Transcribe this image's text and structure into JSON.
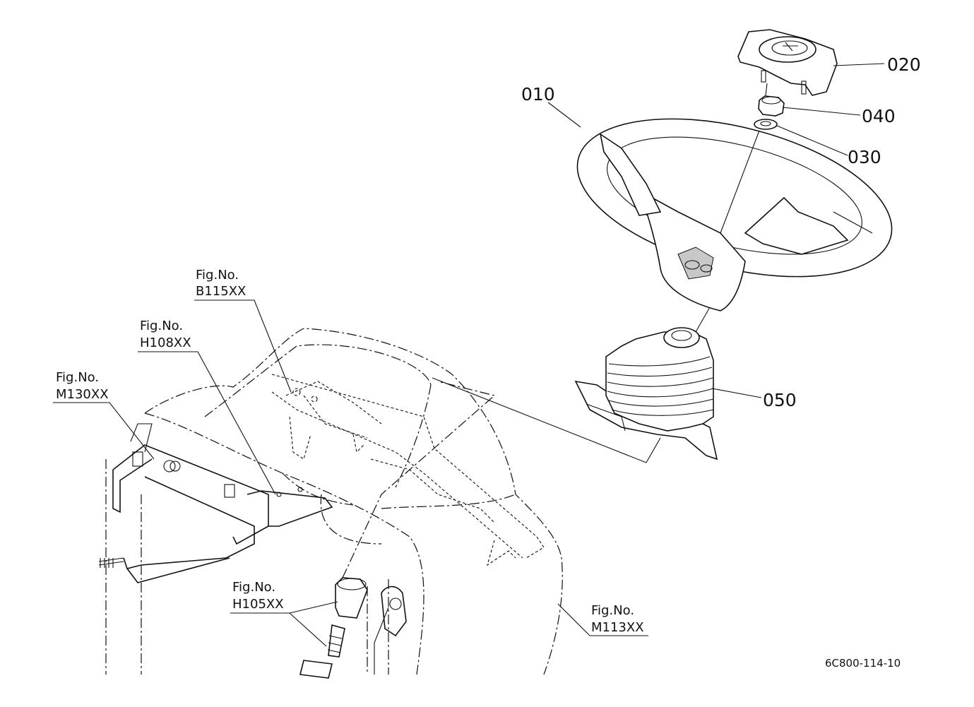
{
  "parts": [
    {
      "id": "010"
    },
    {
      "id": "020"
    },
    {
      "id": "030"
    },
    {
      "id": "040"
    },
    {
      "id": "050"
    }
  ],
  "references": [
    {
      "line1": "Fig.No.",
      "line2": "B115XX"
    },
    {
      "line1": "Fig.No.",
      "line2": "H108XX"
    },
    {
      "line1": "Fig.No.",
      "line2": "M130XX"
    },
    {
      "line1": "Fig.No.",
      "line2": "H105XX"
    },
    {
      "line1": "Fig.No.",
      "line2": "M113XX"
    }
  ],
  "drawing_code": "6C800-114-10"
}
